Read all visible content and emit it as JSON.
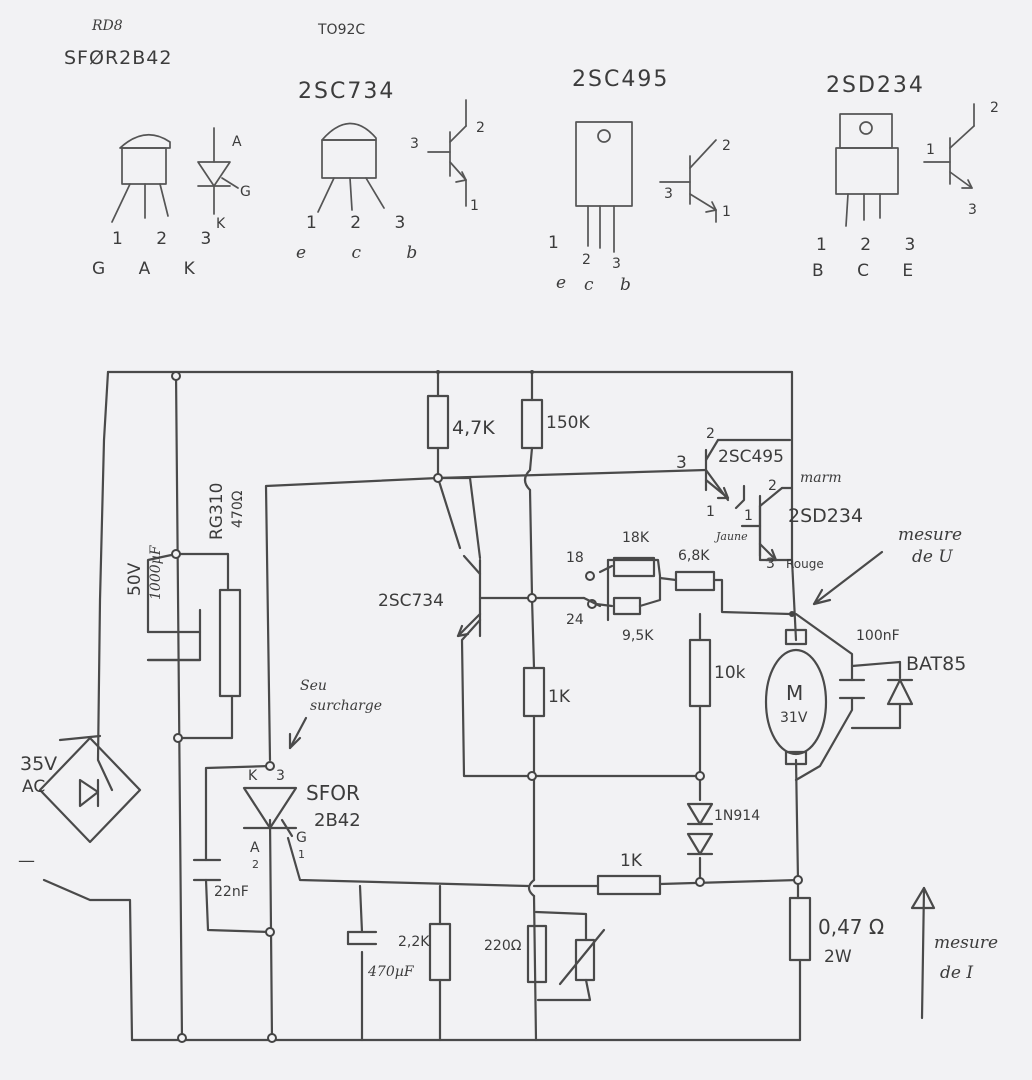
{
  "header": {
    "rd8_label": "RD8",
    "sfor_part": "SFØR2B42",
    "to92c_label": "TO92C",
    "part_2sc734": "2SC734",
    "part_2sc495": "2SC495",
    "part_2sd234": "2SD234"
  },
  "pinouts": {
    "thyristor": {
      "pins": "1 2 3",
      "names": "G A K",
      "anode": "A",
      "gate": "G",
      "cathode": "K"
    },
    "sc734": {
      "pins": "1 2 3",
      "names": "e c b",
      "symbol_pins": [
        "3",
        "2",
        "1"
      ]
    },
    "sc495": {
      "pins": [
        "1",
        "2",
        "3"
      ],
      "names": [
        "e",
        "c",
        "b"
      ],
      "symbol_pins": [
        "2",
        "3",
        "1"
      ]
    },
    "sd234": {
      "pins": "1 2 3",
      "names": "B C E",
      "symbol_pins": [
        "2",
        "1",
        "3"
      ]
    }
  },
  "schematic": {
    "supply": {
      "voltage": "35V",
      "ac": "AC",
      "minus": "—"
    },
    "cap_main_v": "50V",
    "cap_main_c": "1000µF",
    "res_rg": "RG310",
    "res_rg_val": "470Ω",
    "res_4k7": "4,7K",
    "res_150k": "150K",
    "q_2sc734": "2SC734",
    "q_2sc495": "2SC495",
    "q_2sd234": "2SD234",
    "pin_3_495": "3",
    "pin_2_495": "2",
    "pin_1_495": "1",
    "pin_1_sd": "1",
    "pin_2_sd": "2",
    "pin_3_sd": "3",
    "marron": "marm",
    "jaune": "Jaune",
    "rouge": "Rouge",
    "mesure_u_1": "mesure",
    "mesure_u_2": "de U",
    "sw_18": "18",
    "sw_24": "24",
    "res_18k": "18K",
    "res_9k5": "9,5K",
    "res_6k8": "6,8K",
    "res_10k": "10k",
    "res_1k_mid": "1K",
    "res_1k_bot": "1K",
    "diode_1n914": "1N914",
    "motor_m": "M",
    "motor_v": "31V",
    "cap_100n": "100nF",
    "diode_bat": "BAT85",
    "seuil_1": "Seu",
    "seuil_2": "surcharge",
    "thy_k": "K",
    "thy_3": "3",
    "thy_a": "A",
    "thy_2": "2",
    "thy_g": "G",
    "thy_1": "1",
    "thy_name_1": "SFOR",
    "thy_name_2": "2B42",
    "cap_22n": "22nF",
    "cap_470u": "470µF",
    "res_2k2": "2,2K",
    "res_220": "220Ω",
    "res_047": "0,47 Ω",
    "res_2w": "2W",
    "mesure_i_1": "mesure",
    "mesure_i_2": "de I"
  }
}
